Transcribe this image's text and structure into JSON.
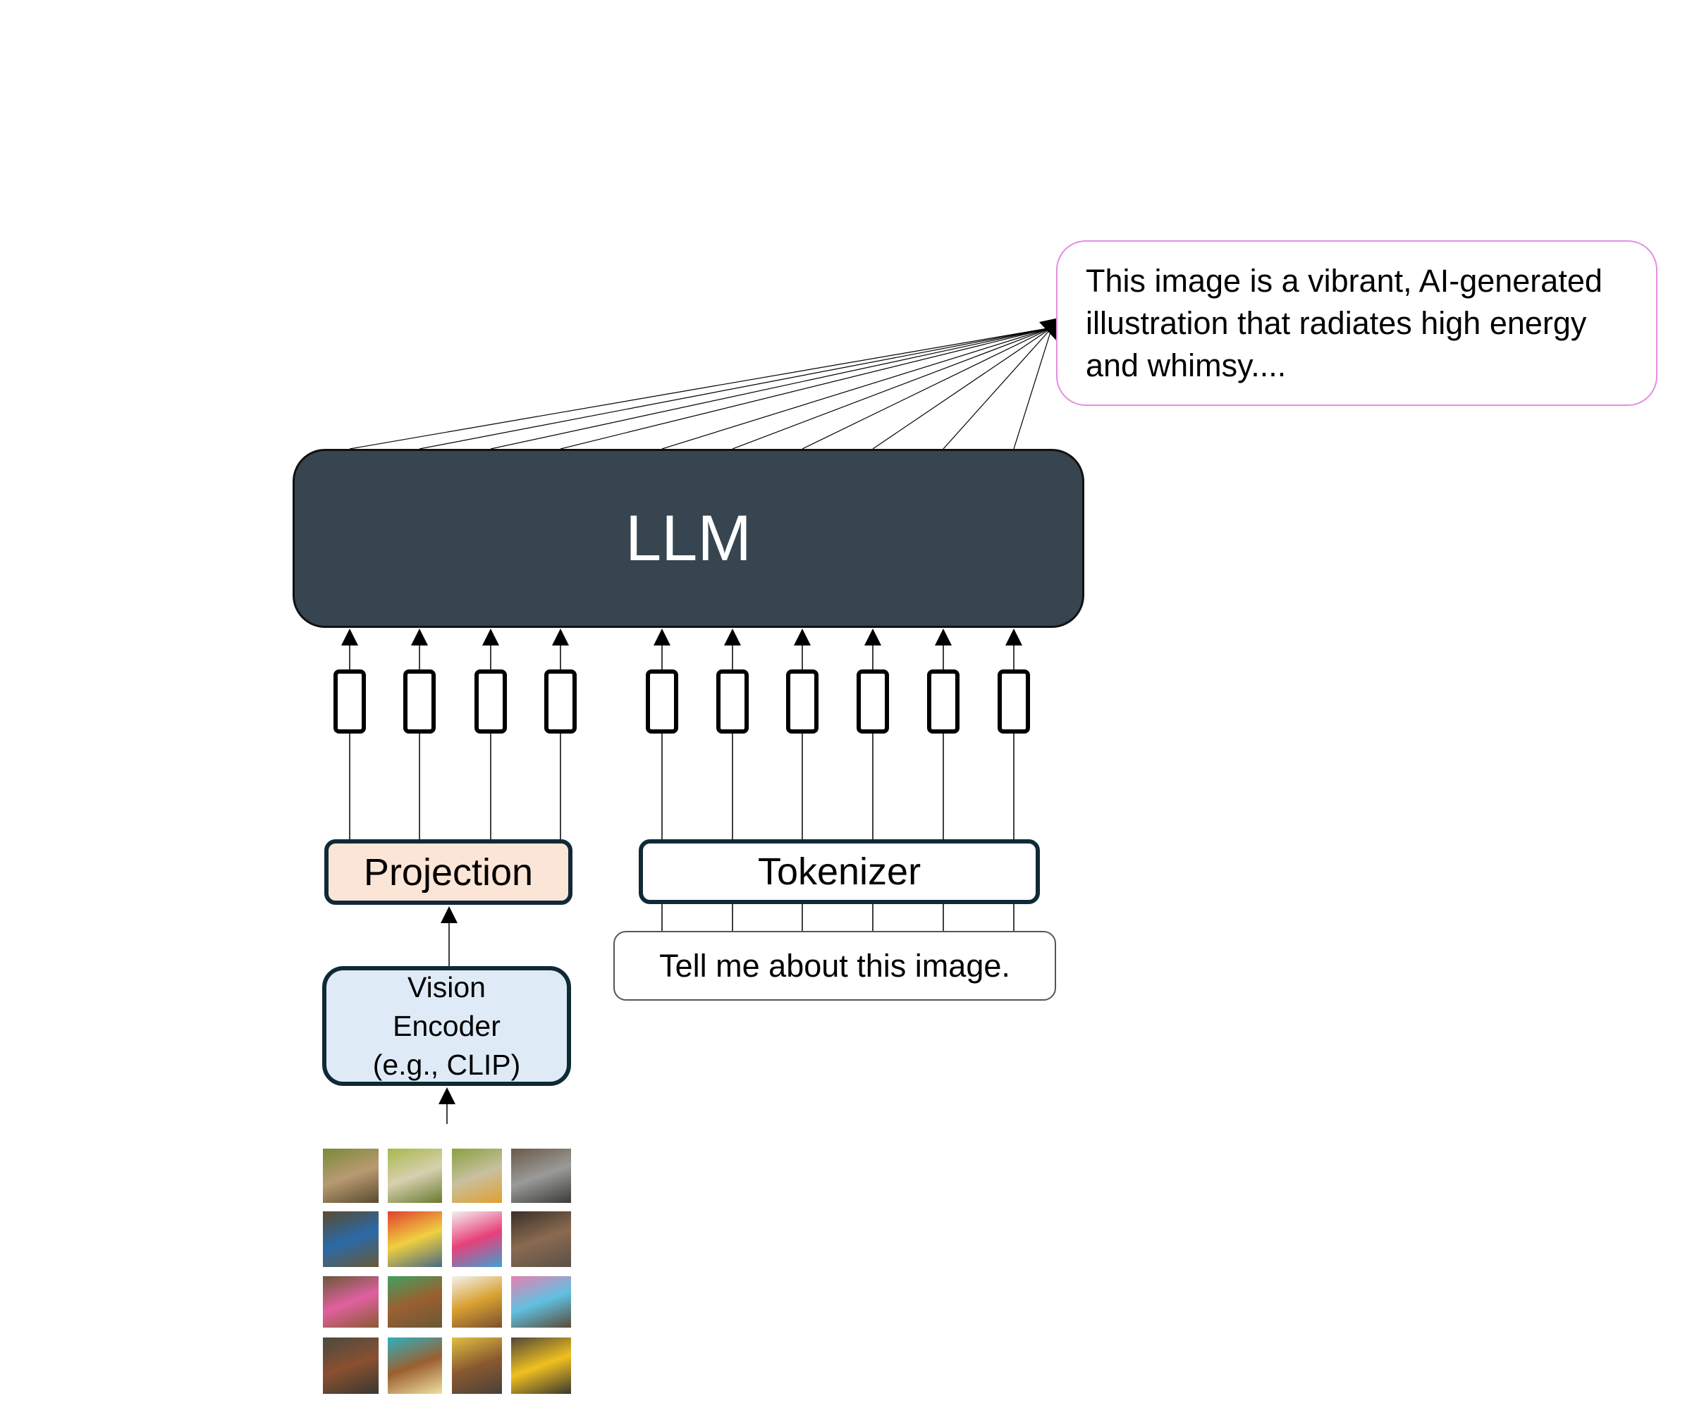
{
  "llm": {
    "label": "LLM"
  },
  "response": {
    "text": "This image is a vibrant, AI-generated illustration that radiates high energy and whimsy...."
  },
  "projection": {
    "label": "Projection"
  },
  "tokenizer": {
    "label": "Tokenizer"
  },
  "prompt": {
    "text": "Tell me about this image."
  },
  "vision_encoder": {
    "lines": [
      "Vision",
      "Encoder",
      "(e.g., CLIP)"
    ]
  },
  "tokens": {
    "image_token_count": 4,
    "text_token_count": 6
  },
  "colors": {
    "llm_fill": "#36454f",
    "projection_fill": "#fbe5d6",
    "encoder_fill": "#deebf7",
    "response_border": "#e48ee0",
    "box_border": "#0f2a36"
  }
}
